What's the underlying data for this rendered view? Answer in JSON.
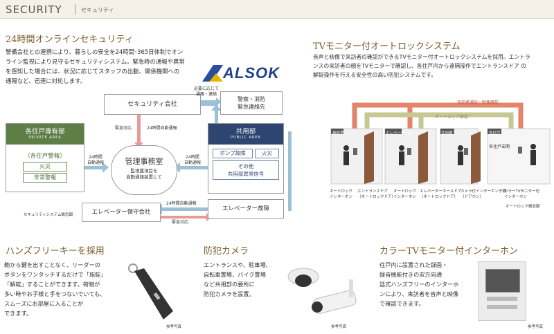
{
  "header": {
    "title": "SECURITY",
    "subtitle": "セキュリティ"
  },
  "security_online": {
    "title": "24時間オンラインセキュリティ",
    "body": [
      "警備会社との連携により、暮らしの安全を24時間･365日体制でオン",
      "ライン監視により見守るセキュリティシステム。緊急時の通報や異常",
      "を感知した場合には、状況に応じてスタッフの出動、関係機関への",
      "通報など、迅速に対処します。"
    ],
    "logo": "ALSOK",
    "diagram": {
      "security_company": "セキュリティ会社",
      "police_fire": [
        "警察・消防",
        "緊急連絡先"
      ],
      "note_contact": [
        "必要に応じて",
        "通報・連絡"
      ],
      "emergency": "緊急対応",
      "auto_report": "24時間自動通報",
      "private_title": "各住戸専有部",
      "private_en": "PRIVATE AREA",
      "private_alarm": "〈各住戸警報〉",
      "fire": "火災",
      "emergency_alarm": "非常警報",
      "auto24_left": [
        "24時間",
        "自動通報"
      ],
      "management": "管理事務室",
      "management_sub": [
        "監視盤項目を",
        "自動通報装置にて"
      ],
      "auto24_right": [
        "24時間",
        "自動通報"
      ],
      "public_title": "共用部",
      "public_en": "PUBLIC AREA",
      "pump": "ポンプ故障",
      "fire2": "火災",
      "other": [
        "その他",
        "共用部異常信号"
      ],
      "elevator_company": "エレベーター保守会社",
      "elevator_fault": "エレベーター故障",
      "auto_report_bottom": "24時間自動通報",
      "emergency_bottom": "緊急対応",
      "caption": "セキュリティシステム概念図"
    }
  },
  "tv_autolock": {
    "title": "TVモニター付オートロックシステム",
    "body": [
      "音声と映像で来訪者の確認ができるTVモニター付オートロックシステムを採用。エントラ",
      "ンスの来訪者の顔をTVモニターで確認し、各住戸内から遠隔操作でエントランスドア の",
      "解錠操作を行える安全性の高い防犯システムです。"
    ],
    "visitor_call": "来訪者通話・映像確認",
    "autolock_release": "オートロック解錠",
    "rooms": [
      "風除室",
      "エレベーター前",
      "共用廊下",
      "各住戸"
    ],
    "unit_entrance": "各住戸玄関",
    "captions": [
      [
        "オートロック",
        "インターホン"
      ],
      [
        "エントランスドア",
        "（オートロックドア）"
      ],
      [
        "オートロック",
        "インターホン"
      ],
      [
        "エレベーターホールドア",
        "（オートロックドア）"
      ],
      [
        "カメラ付インターホン子機",
        "（ドアホン）"
      ],
      [
        "カラーTVモニター付",
        "インターホン"
      ]
    ],
    "caption": "オートロック概念図"
  },
  "handsfree": {
    "title": "ハンズフリーキーを採用",
    "body": [
      "鞄から鍵を出すことなく、リーダーの",
      "ボタンをワンタッチするだけで「施錠」",
      "「解錠」することができます。荷物が",
      "多い時やお子様と手をつないでいても、",
      "スムーズにお部屋に入ることが",
      "できます。"
    ],
    "photo_caption": "参考写真"
  },
  "camera": {
    "title": "防犯カメラ",
    "body": [
      "エントランスや、駐車場、",
      "自転車置場、バイク置場",
      "など共用部の要所に",
      "防犯カメラを設置。"
    ],
    "photo_caption": "参考写真"
  },
  "color_tv": {
    "title": "カラーTVモニター付インターホン",
    "body": [
      "住戸内に設置された録画・",
      "録音機能付きの双方向通",
      "話式ハンズフリーのインターホ",
      "ンにより、来訪者を音声と映像",
      "で確認できます。"
    ],
    "photo_caption": "参考写真"
  }
}
